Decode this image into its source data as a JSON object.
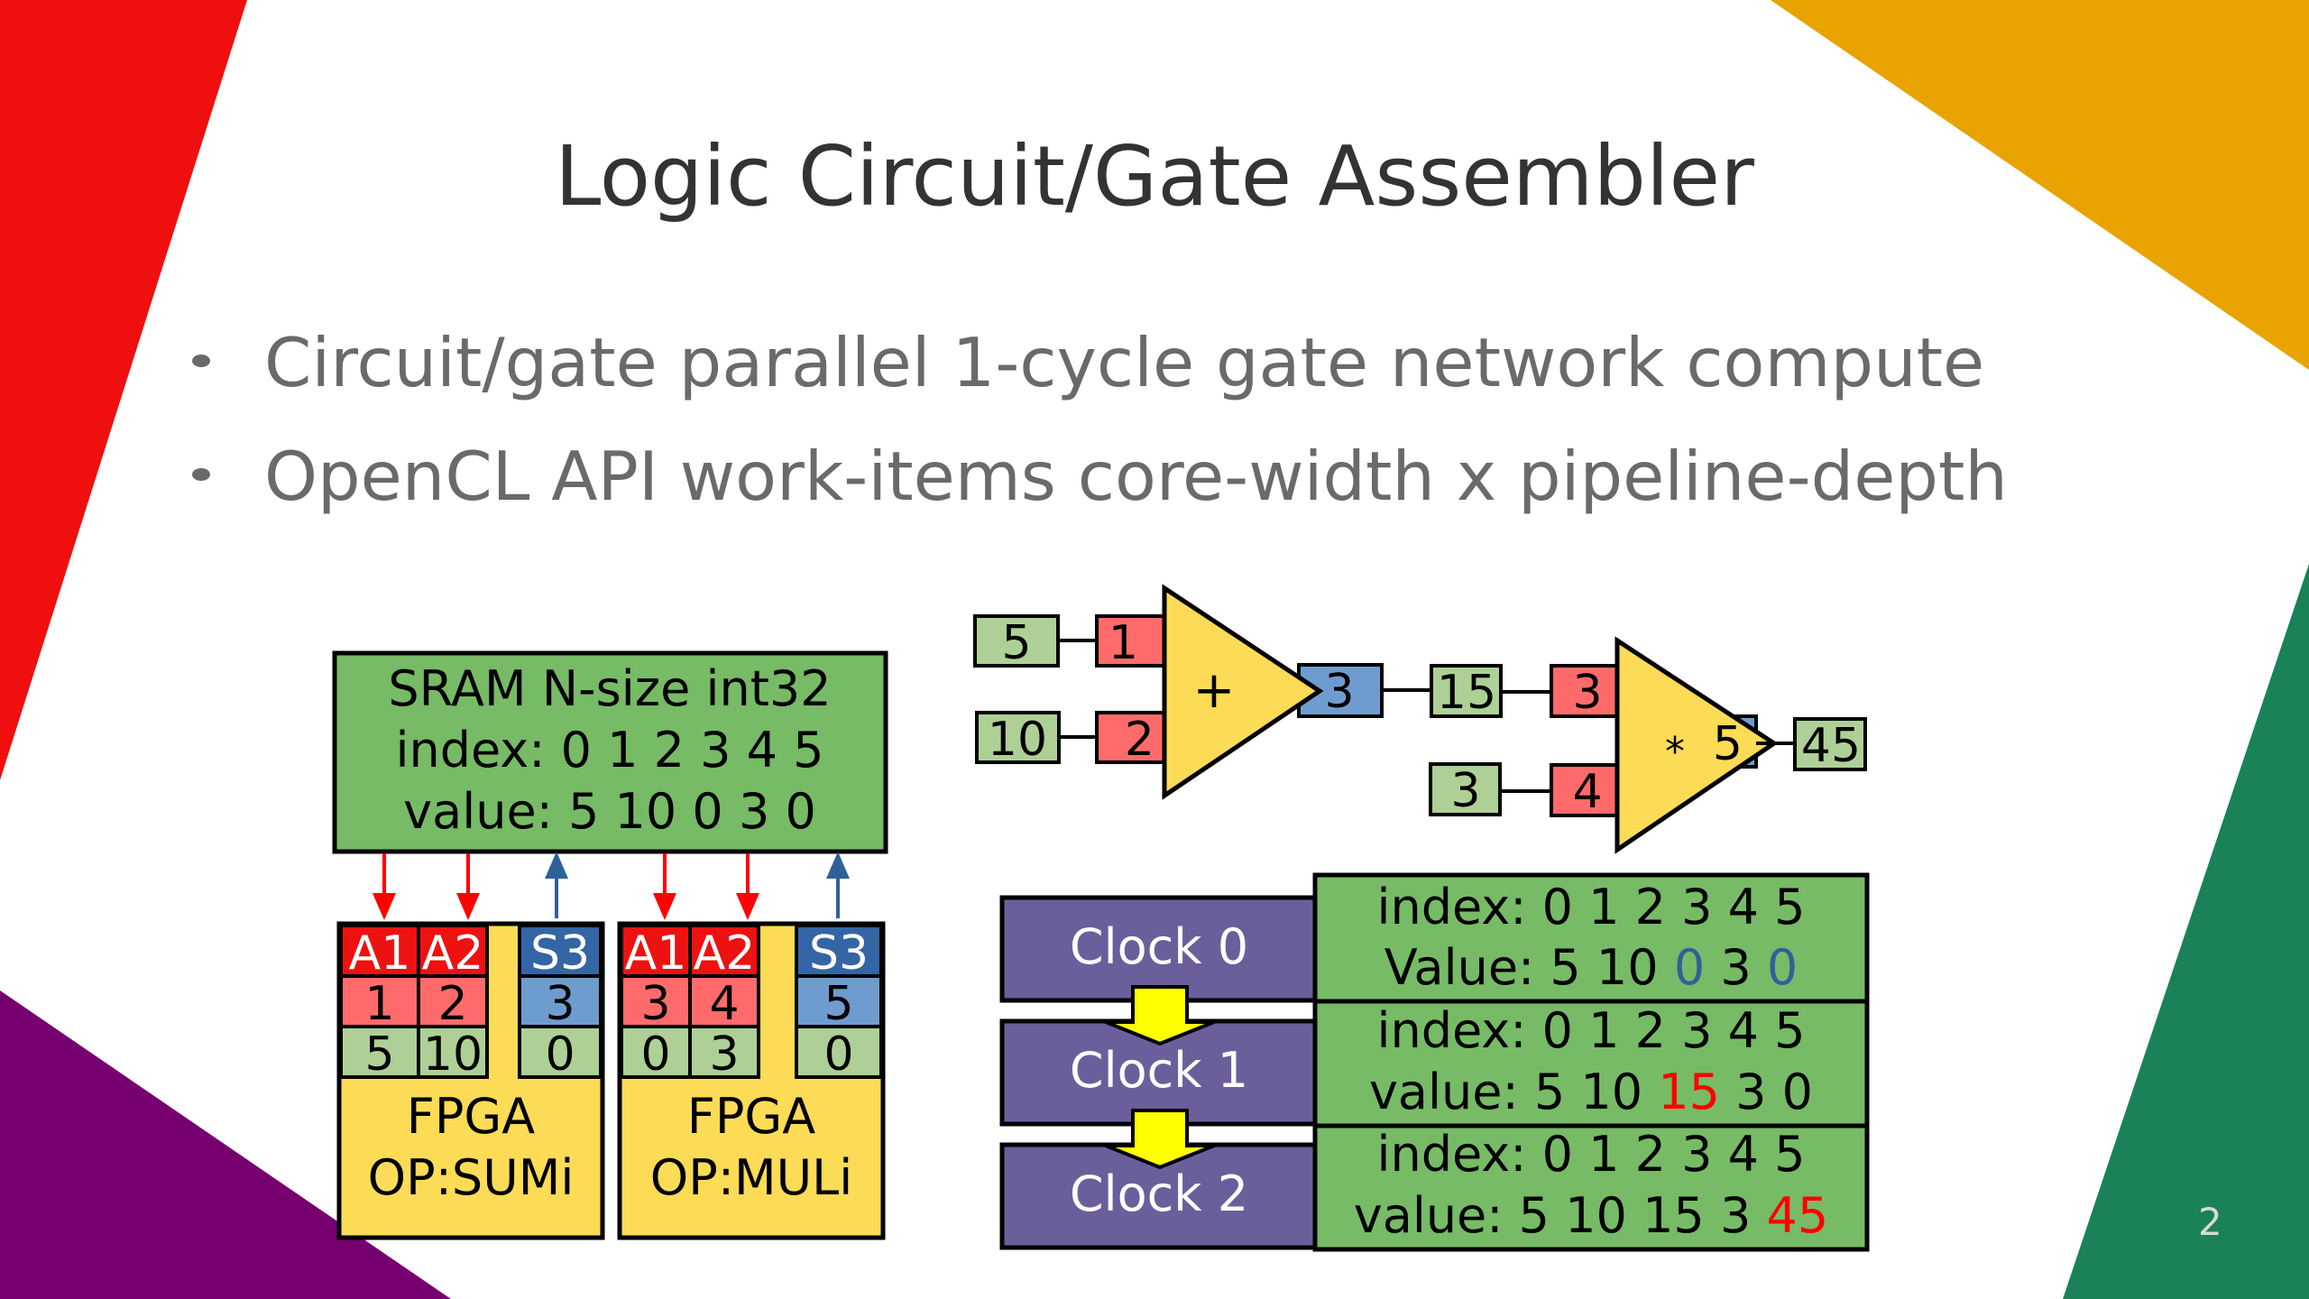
{
  "slide": {
    "title": "Logic Circuit/Gate Assembler",
    "bullets": [
      "Circuit/gate parallel 1-cycle gate network compute",
      "OpenCL API work-items core-width x pipeline-depth"
    ],
    "page_number": "2"
  },
  "colors": {
    "corner_top_left": "#f00f0f",
    "corner_top_right": "#e8a301",
    "corner_bottom_left": "#770070",
    "corner_bottom_right": "#1a8256",
    "sram_green": "#77bb66",
    "value_green": "#aed096",
    "input_red": "#ff6b6b",
    "header_red": "#ee1111",
    "output_blue": "#6f9ccf",
    "header_blue": "#3465a4",
    "gate_yellow": "#fcdb56",
    "clock_purple": "#6a5f9a",
    "arrow_yellow": "#ffff00",
    "arrow_red": "#ff0000",
    "arrow_blue": "#2e6199",
    "highlight_red": "#ff0000",
    "highlight_blue": "#2e6199"
  },
  "sram": {
    "lines": [
      "SRAM N-size int32",
      "index: 0 1 2 3 4 5",
      "value: 5 10 0 3 0"
    ]
  },
  "fpga_units": [
    {
      "headers": [
        "A1",
        "A2",
        "S3"
      ],
      "addresses": [
        "1",
        "2",
        "3"
      ],
      "values": [
        "5",
        "10",
        "0"
      ],
      "label_line1": "FPGA",
      "label_line2": "OP:SUMi"
    },
    {
      "headers": [
        "A1",
        "A2",
        "S3"
      ],
      "addresses": [
        "3",
        "4",
        "5"
      ],
      "values": [
        "0",
        "3",
        "0"
      ],
      "label_line1": "FPGA",
      "label_line2": "OP:MULi"
    }
  ],
  "gates": [
    {
      "op": "+",
      "inputs": [
        {
          "value": "5",
          "address": "1"
        },
        {
          "value": "10",
          "address": "2"
        }
      ],
      "output_address": "3",
      "result": "15"
    },
    {
      "op": "*",
      "inputs": [
        {
          "value": "15",
          "address": "3"
        },
        {
          "value": "3",
          "address": "4"
        }
      ],
      "output_address": "5",
      "result": "45"
    }
  ],
  "clocks": [
    {
      "label": "Clock 0",
      "index_line": "index: 0 1 2 3 4 5",
      "value_prefix": "Value:",
      "values": [
        {
          "v": "5",
          "hl": ""
        },
        {
          "v": "10",
          "hl": ""
        },
        {
          "v": "0",
          "hl": "blue"
        },
        {
          "v": "3",
          "hl": ""
        },
        {
          "v": "0",
          "hl": "blue"
        }
      ]
    },
    {
      "label": "Clock 1",
      "index_line": "index: 0 1 2 3 4 5",
      "value_prefix": "value:",
      "values": [
        {
          "v": "5",
          "hl": ""
        },
        {
          "v": "10",
          "hl": ""
        },
        {
          "v": "15",
          "hl": "red"
        },
        {
          "v": "3",
          "hl": ""
        },
        {
          "v": "0",
          "hl": ""
        }
      ]
    },
    {
      "label": "Clock 2",
      "index_line": "index: 0 1 2 3 4 5",
      "value_prefix": "value:",
      "values": [
        {
          "v": "5",
          "hl": ""
        },
        {
          "v": "10",
          "hl": ""
        },
        {
          "v": "15",
          "hl": ""
        },
        {
          "v": "3",
          "hl": ""
        },
        {
          "v": "45",
          "hl": "red"
        }
      ]
    }
  ]
}
